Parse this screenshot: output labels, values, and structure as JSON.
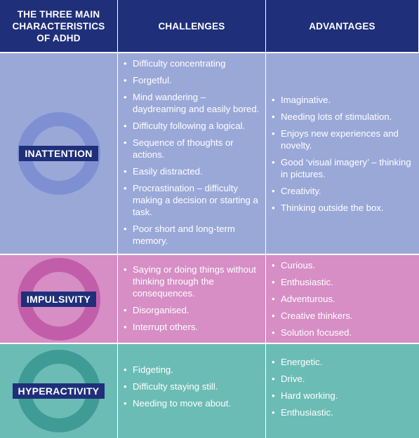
{
  "headers": {
    "col1": "THE THREE MAIN CHARACTERISTICS OF ADHD",
    "col2": "CHALLENGES",
    "col3": "ADVANTAGES"
  },
  "colors": {
    "header": "#1f2f7a",
    "inattention": "#9aa8d8",
    "impulsivity": "#d68ec5",
    "hyperactivity": "#6bbcb5"
  },
  "rows": [
    {
      "label": "INATTENTION",
      "challenges": [
        "Difficulty concentrating",
        "Forgetful.",
        "Mind wandering – daydreaming and easily bored.",
        "Difficulty following a logical.",
        "Sequence of thoughts or actions.",
        "Easily distracted.",
        "Procrastination – difficulty making a decision or starting a task.",
        "Poor short and long-term memory."
      ],
      "advantages": [
        "Imaginative.",
        "Needing lots of stimulation.",
        "Enjoys new experiences and novelty.",
        "Good ‘visual imagery’ – thinking in pictures.",
        "Creativity.",
        "Thinking outside the box."
      ]
    },
    {
      "label": "IMPULSIVITY",
      "challenges": [
        "Saying or doing things without thinking through the consequences.",
        "Disorganised.",
        "Interrupt others."
      ],
      "advantages": [
        "Curious.",
        "Enthusiastic.",
        "Adventurous.",
        "Creative thinkers.",
        "Solution focused."
      ]
    },
    {
      "label": "HYPERACTIVITY",
      "challenges": [
        "Fidgeting.",
        "Difficulty staying still.",
        "Needing to move about."
      ],
      "advantages": [
        "Energetic.",
        "Drive.",
        "Hard working.",
        "Enthusiastic."
      ]
    }
  ]
}
